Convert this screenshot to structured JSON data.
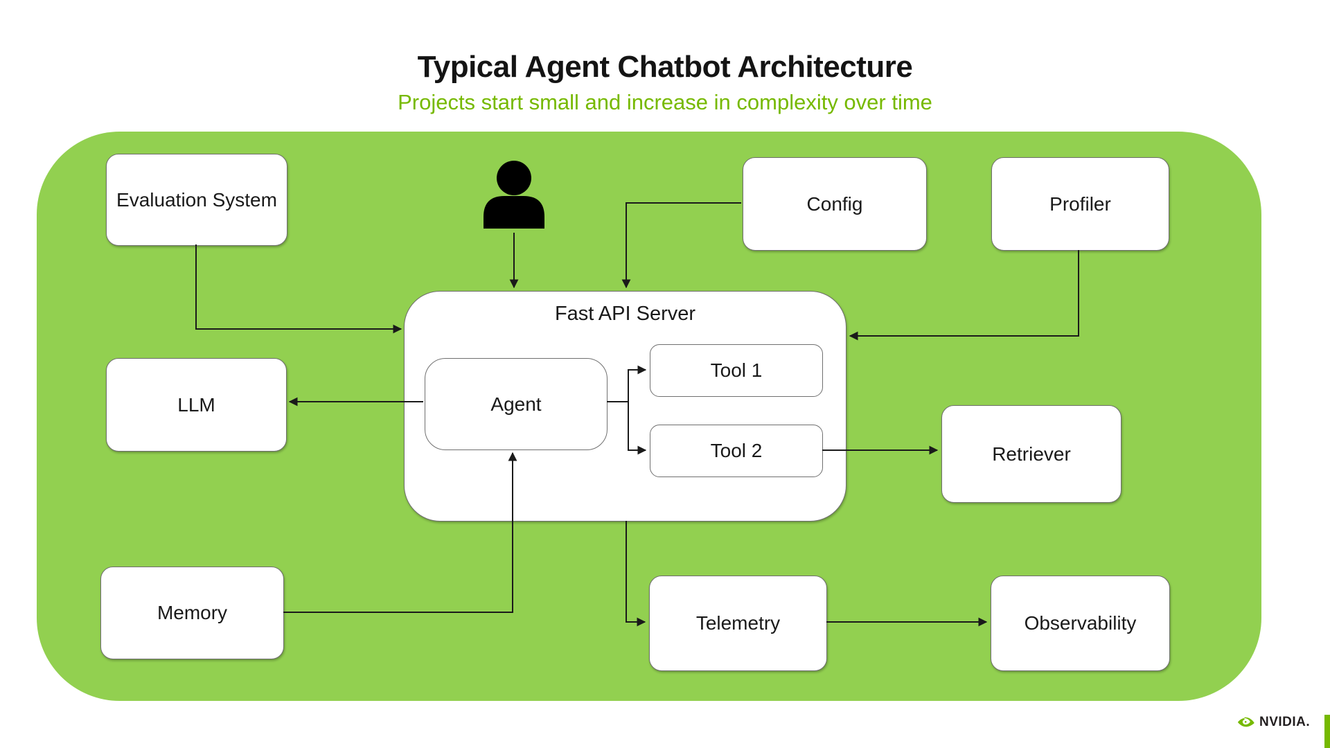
{
  "header": {
    "title": "Typical Agent Chatbot Architecture",
    "subtitle": "Projects start small and increase in complexity over time"
  },
  "nodes": {
    "evaluation_system": {
      "label": "Evaluation System"
    },
    "config": {
      "label": "Config"
    },
    "profiler": {
      "label": "Profiler"
    },
    "fast_api_server": {
      "label": "Fast API Server"
    },
    "agent": {
      "label": "Agent"
    },
    "tool1": {
      "label": "Tool 1"
    },
    "tool2": {
      "label": "Tool 2"
    },
    "llm": {
      "label": "LLM"
    },
    "retriever": {
      "label": "Retriever"
    },
    "memory": {
      "label": "Memory"
    },
    "telemetry": {
      "label": "Telemetry"
    },
    "observability": {
      "label": "Observability"
    }
  },
  "edges": [
    {
      "from": "Evaluation System",
      "to": "Fast API Server"
    },
    {
      "from": "User",
      "to": "Fast API Server"
    },
    {
      "from": "Config",
      "to": "Fast API Server"
    },
    {
      "from": "Profiler",
      "to": "Fast API Server"
    },
    {
      "from": "Agent",
      "to": "LLM"
    },
    {
      "from": "Agent",
      "to": "Tool 1"
    },
    {
      "from": "Agent",
      "to": "Tool 2"
    },
    {
      "from": "Tool 2",
      "to": "Retriever"
    },
    {
      "from": "Memory",
      "to": "Agent"
    },
    {
      "from": "Fast API Server",
      "to": "Telemetry"
    },
    {
      "from": "Telemetry",
      "to": "Observability"
    }
  ],
  "colors": {
    "panel_green": "#92d050",
    "subtitle_green": "#76b900",
    "nvidia_green": "#76b900",
    "box_border": "#6f6f6f",
    "arrow": "#1a1a1a"
  },
  "footer": {
    "brand": "NVIDIA."
  }
}
